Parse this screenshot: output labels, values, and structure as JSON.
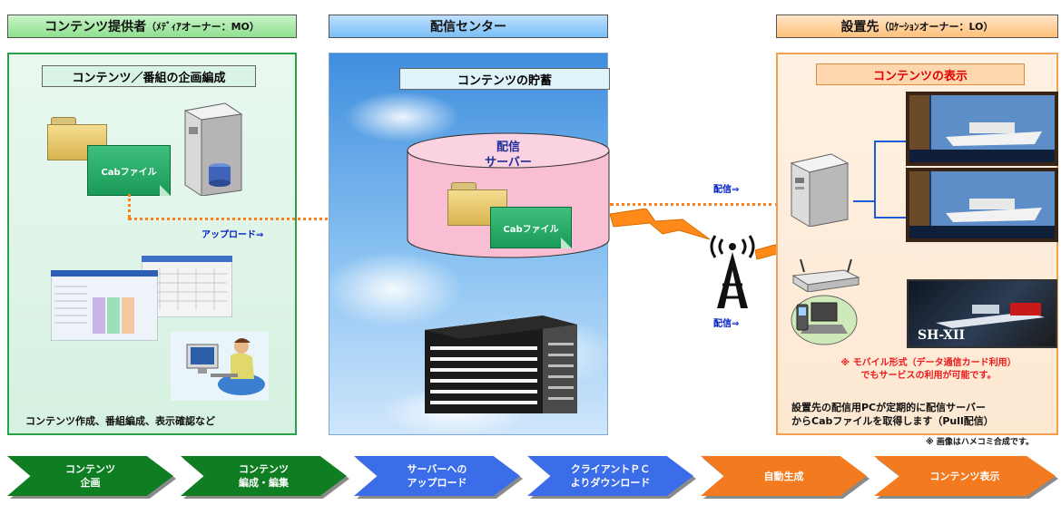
{
  "headers": {
    "left_main": "コンテンツ提供者",
    "left_sub": "（ﾒﾃﾞｨｱオーナー：MO）",
    "center": "配信センター",
    "right_main": "設置先",
    "right_sub": "（ﾛｹｰｼｮﾝオーナー：LO）"
  },
  "left_panel": {
    "subheader": "コンテンツ／番組の企画編成",
    "cab_file": "Cabファイル",
    "caption": "コンテンツ作成、番組編成、表示確認など",
    "upload_label": "アップロード⇒"
  },
  "center_panel": {
    "subheader": "コンテンツの貯蓄",
    "server_line1": "配信",
    "server_line2": "サーバー",
    "cab_file": "Cabファイル"
  },
  "middle": {
    "deliver_top": "配信⇒",
    "deliver_bottom": "配信⇒"
  },
  "right_panel": {
    "subheader": "コンテンツの表示",
    "mobile_note_line1": "※ モバイル形式（データ通信カード利用）",
    "mobile_note_line2": "でもサービスの利用が可能です。",
    "pull_line1": "設置先の配信用PCが定期的に配信サーバー",
    "pull_line2": "からCabファイルを取得します（Pull配信）",
    "composite_note": "※ 画像はハメコミ合成です。",
    "screen_text": "SH-XII"
  },
  "steps": [
    {
      "line1": "コンテンツ",
      "line2": "企画",
      "color": "#0f7d22"
    },
    {
      "line1": "コンテンツ",
      "line2": "編成・編集",
      "color": "#0f7d22"
    },
    {
      "line1": "サーバーへの",
      "line2": "アップロード",
      "color": "#3b6de8"
    },
    {
      "line1": "クライアントＰＣ",
      "line2": "よりダウンロード",
      "color": "#3b6de8"
    },
    {
      "line1": "自動生成",
      "line2": "",
      "color": "#f47a1f"
    },
    {
      "line1": "コンテンツ表示",
      "line2": "",
      "color": "#f47a1f"
    }
  ]
}
